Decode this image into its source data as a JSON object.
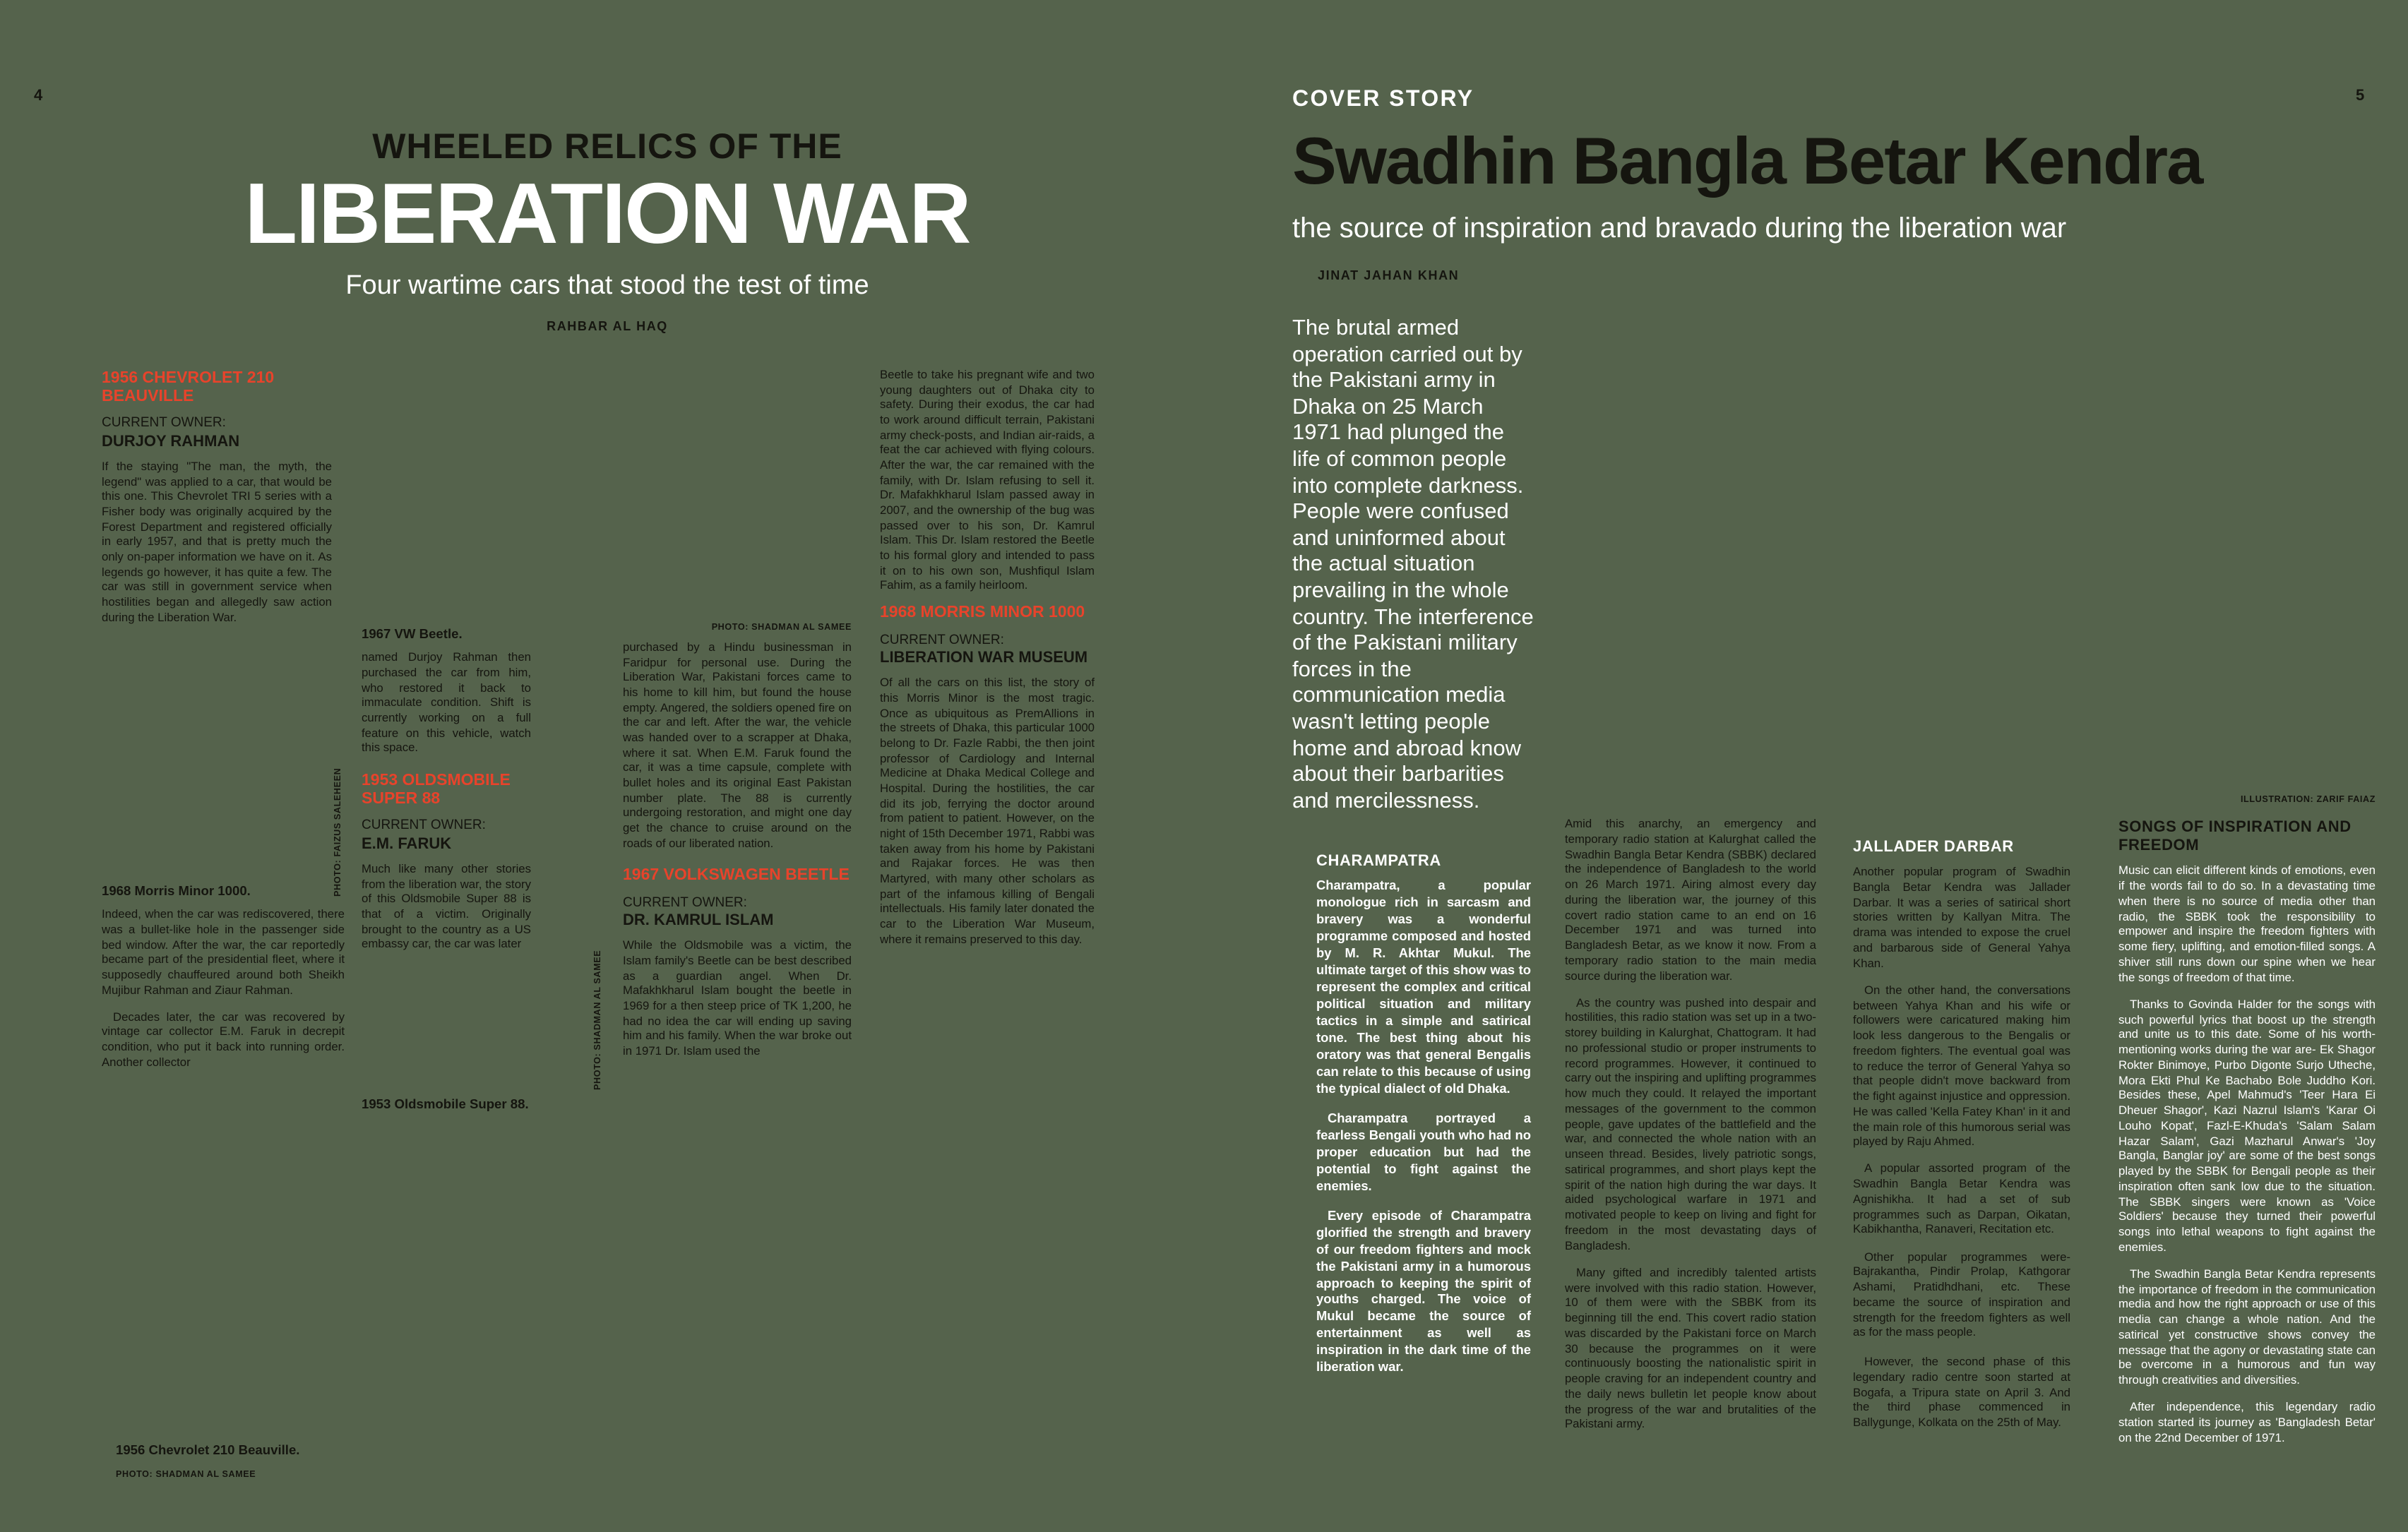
{
  "colors": {
    "background": "#55634c",
    "accent_red": "#e8432b",
    "ink": "#15150f",
    "paper_white": "#ffffff"
  },
  "left": {
    "page_number": "4",
    "kicker": "WHEELED RELICS OF THE",
    "title": "LIBERATION WAR",
    "subtitle": "Four wartime cars that stood the test of time",
    "byline": "RAHBAR AL HAQ",
    "owner_label": "CURRENT OWNER:",
    "chevrolet": {
      "heading": "1956 CHEVROLET 210 BEAUVILLE",
      "owner": "DURJOY RAHMAN",
      "body": "If the staying \"The man, the myth, the legend\" was applied to a car, that would be this one. This Chevrolet TRI 5 series with a Fisher body was originally acquired by the Forest Department and registered officially in early 1957, and that is pretty much the only on-paper information we have on it. As legends go however, it has quite a few. The car was still in government service when hostilities began and allegedly saw action during the Liberation War."
    },
    "morris_recovery": {
      "caption": "1968 Morris Minor 1000.",
      "paragraphs": [
        "Indeed, when the car was rediscovered, there was a bullet-like hole in the passenger side bed window.  After the war, the car reportedly became part of the presidential fleet, where it supposedly chauffeured around both Sheikh Mujibur Rahman and Ziaur Rahman.",
        "Decades later, the car was recovered by vintage car collector E.M. Faruk in decrepit condition, who put it back into running order. Another collector"
      ]
    },
    "beetle_note": {
      "caption": "1967 VW Beetle.",
      "body": "named Durjoy Rahman then purchased the car from him, who restored it back to immaculate condition. Shift is currently working on a full feature on this vehicle, watch this space."
    },
    "oldsmobile": {
      "heading": "1953 OLDSMOBILE SUPER 88",
      "owner": "E.M. FARUK",
      "body": "Much like many other stories from the liberation war, the story of this Oldsmobile Super 88 is that of a victim. Originally brought to the country as a US embassy car, the car was later"
    },
    "oldsmobile_caption": "1953 Oldsmobile Super 88.",
    "oldsmobile_continuation": "purchased by a Hindu businessman in Faridpur for personal use. During the Liberation War, Pakistani forces came to his home to kill him, but found the house empty. Angered, the soldiers opened fire on the car and left. After the war, the vehicle was handed over to a scrapper at Dhaka, where it sat. When E.M. Faruk found the car, it was a time capsule, complete with bullet holes and its original East Pakistan number plate. The 88 is currently undergoing restoration, and might one day get the chance to cruise around on the roads of our liberated nation.",
    "volkswagen": {
      "heading": "1967 VOLKSWAGEN BEETLE",
      "owner": "DR. KAMRUL ISLAM",
      "body": "While the Oldsmobile was a victim, the Islam family's Beetle can be best described as a guardian angel. When Dr. Mafakhkharul Islam bought the beetle in 1969 for a then steep price of TK 1,200, he had no idea the car will ending up saving him and his family. When the war broke out in 1971 Dr. Islam used the"
    },
    "beetle_continuation": "Beetle to take his pregnant wife and two young daughters out of Dhaka city to safety. During their exodus, the car had to work around difficult terrain, Pakistani army check-posts, and Indian air-raids, a feat the car achieved with flying colours. After the war, the car remained with the family, with Dr. Islam refusing to sell it.  Dr. Mafakhkharul Islam passed away in 2007, and the ownership of the bug was passed over to his son, Dr. Kamrul Islam. This Dr. Islam restored the Beetle to his formal glory and intended to pass it on to his own son, Mushfiqul Islam Fahim, as a family heirloom.",
    "morris": {
      "heading": "1968 MORRIS MINOR 1000",
      "owner": "LIBERATION WAR MUSEUM",
      "body": "Of all the cars on this list, the story of this Morris Minor is the most tragic. Once as ubiquitous as PremAllions in the streets of Dhaka, this particular 1000 belong to Dr. Fazle Rabbi, the then joint professor of Cardiology and Internal Medicine at Dhaka Medical College and Hospital. During the hostilities, the car did its job, ferrying the doctor around from patient to patient. However, on the night of 15th December 1971, Rabbi was taken away from his home by Pakistani and Rajakar forces. He was then Martyred, with many other scholars as part of the infamous killing of Bengali intellectuals. His family later donated the car to the Liberation War Museum, where it remains preserved to this day."
    },
    "chevrolet_caption": "1956 Chevrolet 210 Beauville.",
    "credits": {
      "faizus_vertical": "PHOTO: FAIZUS SALEHEEN",
      "shadman_vertical": "PHOTO: SHADMAN AL SAMEE",
      "shadman_inline": "PHOTO: SHADMAN AL SAMEE",
      "shadman_bottom": "PHOTO: SHADMAN AL SAMEE"
    }
  },
  "right": {
    "page_number": "5",
    "kicker": "COVER STORY",
    "title": "Swadhin Bangla Betar Kendra",
    "subtitle": "the source of inspiration and bravado during the liberation war",
    "byline": "JINAT JAHAN KHAN",
    "intro": "The brutal armed operation carried out by the Pakistani army in Dhaka on 25 March 1971 had plunged the life of common people into complete darkness. People were confused and uninformed about the actual situation prevailing in the whole country. The interference of the Pakistani military forces in the communication media wasn't letting people home and abroad know about their barbarities and mercilessness.",
    "illustration_credit": "ILLUSTRATION: ZARIF FAIAZ",
    "anarchy_column": {
      "paragraphs": [
        "Amid this anarchy, an emergency and temporary radio station at Kalurghat called the Swadhin Bangla Betar Kendra (SBBK) declared the independence of Bangladesh to the world on 26 March 1971. Airing almost every day during the liberation war, the journey of this covert radio station came to an end on 16 December 1971 and was turned into Bangladesh Betar, as we know it now. From a temporary radio station to the main media source during the liberation war.",
        "As the country was pushed into despair and hostilities, this radio station was set up in a two-storey building in Kalurghat, Chattogram. It had no professional studio or proper instruments to record programmes. However, it continued to carry out the inspiring and uplifting programmes how much they could. It relayed the important messages of the government to the common people, gave updates of the battlefield and the war, and connected the whole nation with an unseen thread. Besides, lively patriotic songs, satirical programmes, and short plays kept the spirit of the nation high during the war days. It aided psychological warfare in 1971 and motivated people to keep on living and fight for freedom in the most devastating days of Bangladesh.",
        "Many gifted and incredibly talented artists were involved with this radio station. However, 10 of them were with the SBBK from its beginning till the end. This covert radio station was discarded by the Pakistani force on March 30 because the programmes on it were continuously boosting the nationalistic spirit in people craving for an independent country and the daily news bulletin let people know about the progress of the war and brutalities of the Pakistani army."
      ]
    },
    "charampatra": {
      "heading": "CHARAMPATRA",
      "paragraphs": [
        "Charampatra, a popular monologue rich in sarcasm and bravery was a wonderful programme composed and hosted by M. R. Akhtar Mukul. The ultimate target of this show was to represent the complex and critical political situation and military tactics in a simple and satirical tone. The best thing about his oratory was that general Bengalis can relate to this because of using the typical dialect of old Dhaka.",
        "Charampatra portrayed a fearless Bengali youth who had no proper education but had the potential to fight against the enemies.",
        "Every episode of Charampatra glorified the strength and bravery of our freedom fighters and mock the Pakistani army in a humorous approach to keeping the spirit of youths charged. The voice of Mukul became the source of entertainment as well as inspiration in the dark time of the liberation war."
      ]
    },
    "jallader": {
      "heading": "JALLADER DARBAR",
      "paragraphs": [
        "Another popular program of Swadhin Bangla Betar Kendra was Jallader Darbar. It was a series of satirical short stories written by Kallyan Mitra. The drama was intended to expose the cruel and barbarous side of General Yahya Khan.",
        "On the other hand, the conversations between Yahya Khan and his wife or followers were caricatured making him look less dangerous to the Bengalis or freedom fighters. The eventual goal was to reduce the terror of General Yahya so that people didn't move backward from the fight against injustice and oppression. He was called 'Kella Fatey Khan' in it and the main role of this humorous serial was played by Raju Ahmed.",
        "A popular assorted program of the Swadhin Bangla Betar Kendra was Agnishikha. It had a set of sub programmes such as Darpan, Oikatan, Kabikhantha, Ranaveri, Recitation etc.",
        "Other popular programmes were- Bajrakantha, Pindir Prolap, Kathgorar Ashami, Pratidhdhani, etc. These became the source of inspiration and strength for the freedom fighters as well as for the mass people.",
        "However, the second phase of this legendary radio centre soon started at Bogafa, a Tripura state on April 3. And the third phase commenced in Ballygunge, Kolkata on the 25th of May."
      ]
    },
    "songs": {
      "heading": "SONGS OF INSPIRATION AND FREEDOM",
      "paragraphs": [
        "Music can elicit different kinds of emotions, even if the words fail to do so. In a devastating time when there is no source of media other than radio, the SBBK took the responsibility to empower and inspire the freedom fighters with some fiery, uplifting, and emotion-filled songs. A shiver still runs down our spine when we hear the songs of freedom of that time.",
        "Thanks to Govinda Halder for the songs with such powerful lyrics that boost up the strength and unite us to this date. Some of his worth-mentioning works during the war are- Ek Shagor Rokter Binimoye, Purbo Digonte Surjo Utheche, Mora Ekti Phul Ke Bachabo Bole Juddho Kori. Besides these, Apel Mahmud's 'Teer Hara Ei Dheuer Shagor', Kazi Nazrul Islam's 'Karar Oi Louho Kopat', Fazl-E-Khuda's 'Salam Salam Hazar Salam', Gazi Mazharul Anwar's 'Joy Bangla, Banglar joy' are some of the best songs played by the SBBK for Bengali people as their inspiration often sank low due to the situation. The SBBK singers were known as 'Voice Soldiers' because they turned their powerful songs into lethal weapons to fight against the enemies.",
        "The Swadhin Bangla Betar Kendra represents the importance of freedom in the communication media and how the right approach or use of this media can change a whole nation. And the satirical yet constructive shows convey the message that the agony or devastating state can be overcome in a humorous and fun way through creativities and diversities.",
        "After independence, this legendary radio station started its journey as 'Bangladesh Betar' on the 22nd December of 1971."
      ]
    }
  }
}
